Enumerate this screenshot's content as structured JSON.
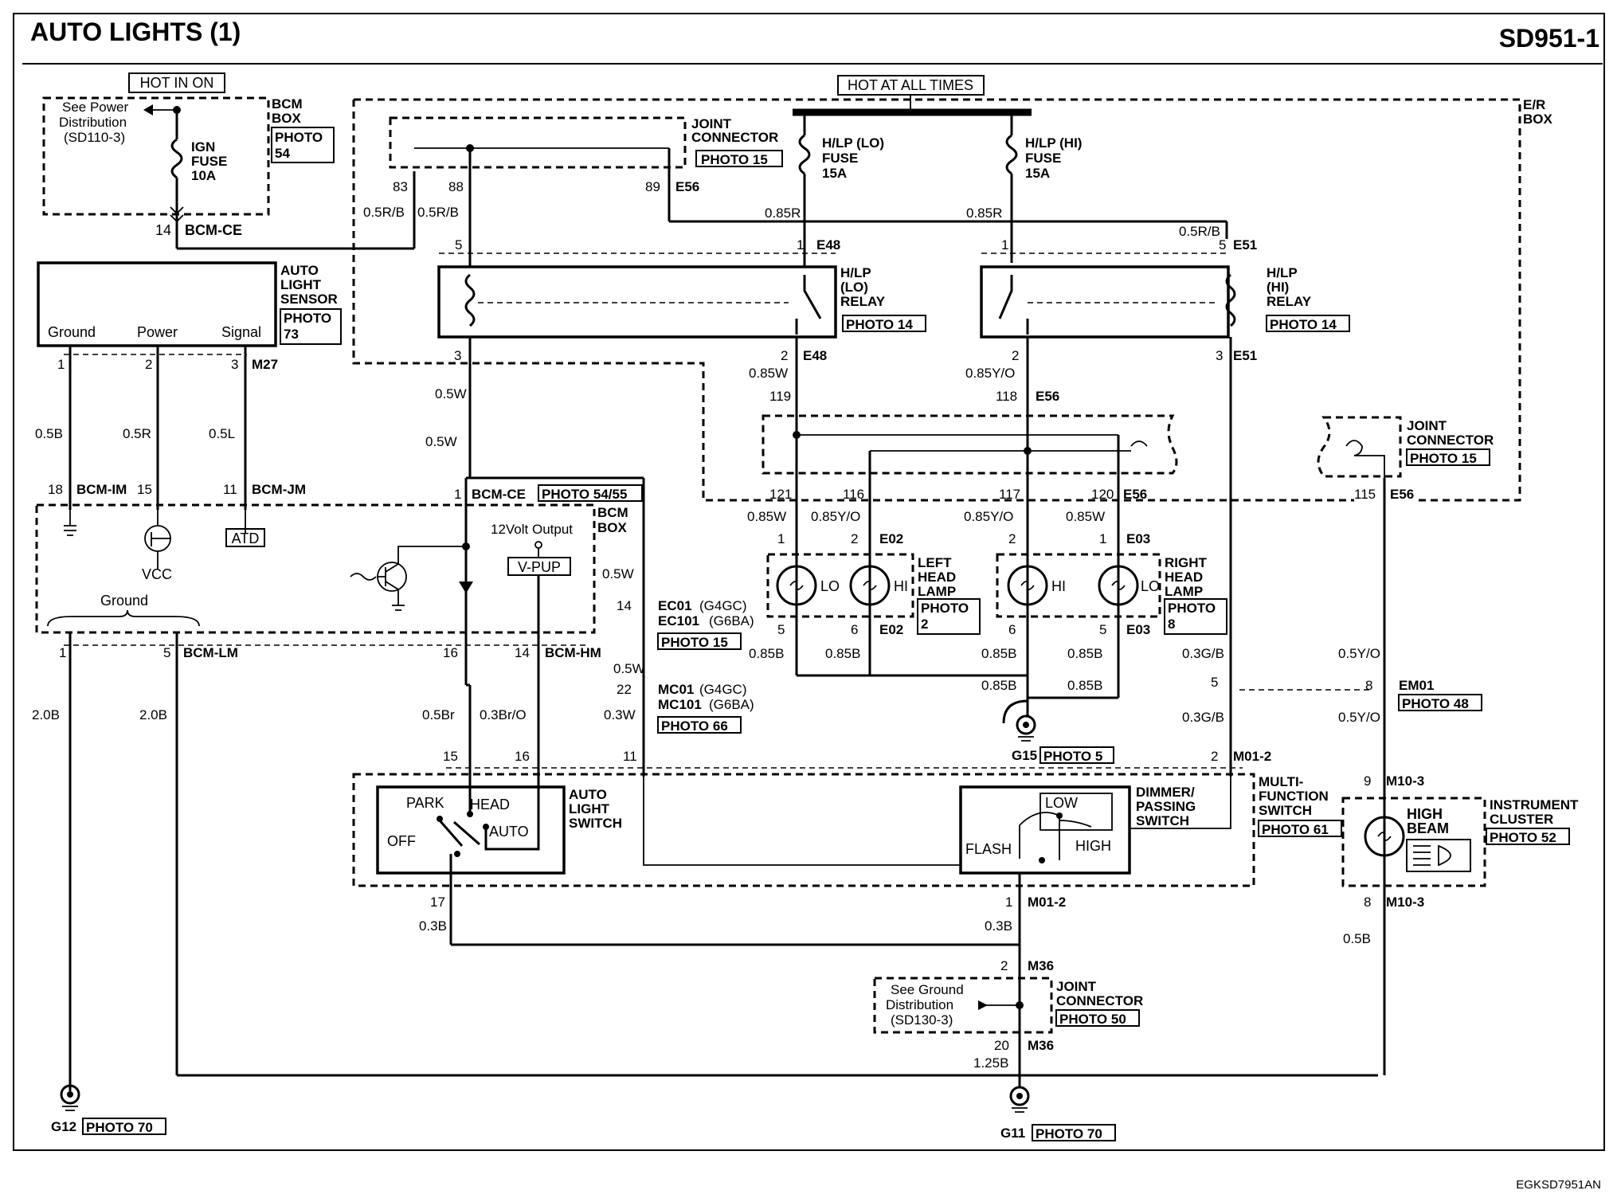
{
  "header": {
    "title": "AUTO LIGHTS (1)",
    "code": "SD951-1"
  },
  "footer": {
    "code": "EGKSD7951AN"
  },
  "power": {
    "hot_in_on": "HOT IN ON",
    "hot_at_all_times": "HOT AT ALL TIMES"
  },
  "bcm_box_top": {
    "see_power": [
      "See Power",
      "Distribution",
      "(SD110-3)"
    ],
    "fuse": [
      "IGN",
      "FUSE",
      "10A"
    ],
    "label": [
      "BCM",
      "BOX"
    ],
    "photo": [
      "PHOTO",
      "54"
    ],
    "pin": "14",
    "conn": "BCM-CE"
  },
  "joint_connector_top": {
    "label": [
      "JOINT",
      "CONNECTOR"
    ],
    "photo": "PHOTO 15",
    "pins": [
      "83",
      "88",
      "89"
    ],
    "conn": "E56",
    "wires": [
      "0.5R/B",
      "0.5R/B"
    ]
  },
  "fuses": {
    "lo": [
      "H/LP (LO)",
      "FUSE",
      "15A"
    ],
    "hi": [
      "H/LP (HI)",
      "FUSE",
      "15A"
    ],
    "wire_lo": "0.85R",
    "wire_hi": "0.85R",
    "er_box": [
      "E/R",
      "BOX"
    ]
  },
  "relay_lo": {
    "label": [
      "H/LP",
      "(LO)",
      "RELAY"
    ],
    "photo": "PHOTO 14",
    "pin_top_left": "5",
    "pin_top_right": "1",
    "conn_top": "E48",
    "pin_bot_left": "3",
    "pin_bot_right": "2",
    "conn_bot": "E48"
  },
  "relay_hi": {
    "label": [
      "H/LP",
      "(HI)",
      "RELAY"
    ],
    "photo": "PHOTO 14",
    "pin_top_left": "1",
    "pin_top_right": "5",
    "conn_top": "E51",
    "pin_bot_left": "2",
    "pin_bot_right": "3",
    "conn_bot": "E51",
    "wire_top": "0.5R/B"
  },
  "auto_light_sensor": {
    "label": [
      "AUTO",
      "LIGHT",
      "SENSOR"
    ],
    "photo": [
      "PHOTO",
      "73"
    ],
    "terminals": [
      "Ground",
      "Power",
      "Signal"
    ],
    "pins": [
      "1",
      "2",
      "3"
    ],
    "conn": "M27",
    "wires": [
      "0.5B",
      "0.5R",
      "0.5L"
    ]
  },
  "bcm_box_mid": {
    "pin_im": "18",
    "conn_im": "BCM-IM",
    "pin_im2": "15",
    "pin_jm": "11",
    "conn_jm": "BCM-JM",
    "vcc": "VCC",
    "atd": "ATD",
    "ground": "Ground",
    "pin_ce": "1",
    "conn_ce": "BCM-CE",
    "photo": "PHOTO 54/55",
    "label": [
      "BCM",
      "BOX"
    ],
    "twelve_volt": "12Volt Output",
    "vpup": "V-PUP",
    "wire_ce": "0.5W",
    "pin_lm1": "1",
    "pin_lm5": "5",
    "conn_lm": "BCM-LM",
    "pin_hm16": "16",
    "pin_hm14": "14",
    "conn_hm": "BCM-HM"
  },
  "ground_wires": {
    "left1": "2.0B",
    "left2": "2.0B"
  },
  "connectors_mid": {
    "wire_w1": "0.5W",
    "pin_ec": "14",
    "ec01": "EC01",
    "ec01_sub": "(G4GC)",
    "ec101": "EC101",
    "ec101_sub": "(G6BA)",
    "photo_ec": "PHOTO 15",
    "wire_w2": "0.5W",
    "pin_mc": "22",
    "mc01": "MC01",
    "mc01_sub": "(G4GC)",
    "mc101": "MC101",
    "mc101_sub": "(G6BA)",
    "photo_mc": "PHOTO 66",
    "wire_w3": "0.3W",
    "wire_br": "0.5Br",
    "wire_bro": "0.3Br/O"
  },
  "joint_connector_mid": {
    "wire_lo": "0.85W",
    "wire_hi": "0.85Y/O",
    "pin_119": "119",
    "pin_118": "118",
    "conn": "E56",
    "pins_bot": [
      "121",
      "116",
      "117",
      "120"
    ],
    "conn_bot": "E56",
    "wires_bot": [
      "0.85W",
      "0.85Y/O",
      "0.85Y/O",
      "0.85W"
    ]
  },
  "left_head_lamp": {
    "label": [
      "LEFT",
      "HEAD",
      "LAMP"
    ],
    "photo": [
      "PHOTO",
      "2"
    ],
    "lo": "LO",
    "hi": "HI",
    "pins_top": [
      "1",
      "2"
    ],
    "conn_top": "E02",
    "pins_bot": [
      "5",
      "6"
    ],
    "conn_bot": "E02",
    "wires": [
      "0.85B",
      "0.85B"
    ]
  },
  "right_head_lamp": {
    "label": [
      "RIGHT",
      "HEAD",
      "LAMP"
    ],
    "photo": [
      "PHOTO",
      "8"
    ],
    "lo": "LO",
    "hi": "HI",
    "pins_top": [
      "2",
      "1"
    ],
    "conn_top": "E03",
    "pins_bot": [
      "6",
      "5"
    ],
    "conn_bot": "E03",
    "wires": [
      "0.85B",
      "0.85B"
    ]
  },
  "ground_g15": {
    "wires": [
      "0.85B",
      "0.85B"
    ],
    "label": "G15",
    "photo": "PHOTO 5"
  },
  "joint_connector_right": {
    "label": [
      "JOINT",
      "CONNECTOR"
    ],
    "photo": "PHOTO 15",
    "pin": "115",
    "conn": "E56",
    "wire1": "0.5Y/O",
    "pin_em": "8",
    "conn_em": "EM01",
    "photo_em": "PHOTO 48",
    "wire2": "0.5Y/O"
  },
  "wires_right": {
    "g_b1": "0.3G/B",
    "pin5": "5",
    "g_b2": "0.3G/B"
  },
  "multi_function": {
    "label": [
      "MULTI-",
      "FUNCTION",
      "SWITCH"
    ],
    "photo": "PHOTO 61",
    "pin15": "15",
    "pin16": "16",
    "pin11": "11",
    "pin2": "2",
    "conn": "M01-2",
    "auto_light": [
      "AUTO",
      "LIGHT",
      "SWITCH"
    ],
    "park": "PARK",
    "head": "HEAD",
    "off": "OFF",
    "auto": "AUTO",
    "dimmer": [
      "DIMMER/",
      "PASSING",
      "SWITCH"
    ],
    "low": "LOW",
    "flash": "FLASH",
    "high": "HIGH",
    "pin17": "17",
    "pin1": "1",
    "conn_bot": "M01-2",
    "wire17": "0.3B",
    "wire1": "0.3B"
  },
  "instrument_cluster": {
    "label": [
      "INSTRUMENT",
      "CLUSTER"
    ],
    "photo": "PHOTO 52",
    "pin9": "9",
    "conn9": "M10-3",
    "pin8": "8",
    "conn8": "M10-3",
    "high_beam": [
      "HIGH",
      "BEAM"
    ],
    "wire": "0.5B"
  },
  "joint_connector_bot": {
    "pin2": "2",
    "conn": "M36",
    "see_ground": [
      "See Ground",
      "Distribution",
      "(SD130-3)"
    ],
    "label": [
      "JOINT",
      "CONNECTOR"
    ],
    "photo": "PHOTO 50",
    "pin20": "20",
    "conn20": "M36",
    "wire": "1.25B"
  },
  "grounds": {
    "g12": "G12",
    "g12_photo": "PHOTO 70",
    "g11": "G11",
    "g11_photo": "PHOTO 70"
  }
}
